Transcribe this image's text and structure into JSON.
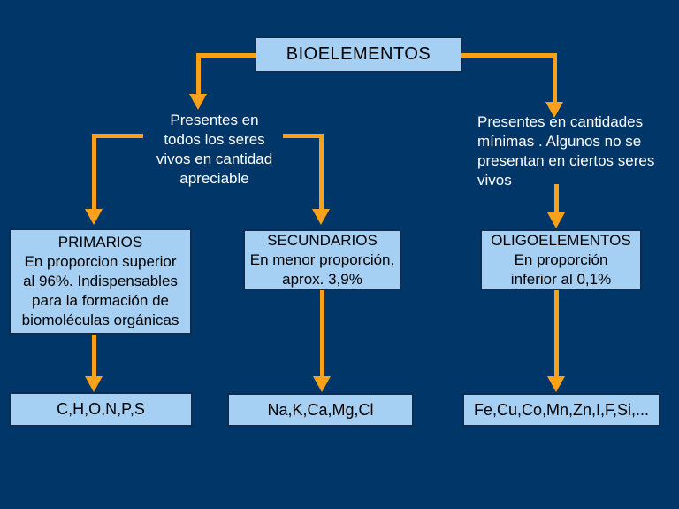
{
  "title": "BIOELEMENTOS",
  "colors": {
    "background": "#003668",
    "box_fill": "#A5D0F3",
    "box_border": "#0D2C50",
    "arrow": "#F9A11B",
    "text_dark": "#000000",
    "text_light": "#FFFFFF"
  },
  "notes": {
    "left": "Presentes en\ntodos los seres\nvivos en cantidad\napreciable",
    "right": "Presentes en cantidades\nmínimas . Algunos no se\npresentan en ciertos seres\nvivos"
  },
  "categories": [
    {
      "title": "PRIMARIOS",
      "description": "En proporcion superior\nal 96%. Indispensables\npara la formación de\nbiomoléculas orgánicas",
      "elements": "C,H,O,N,P,S"
    },
    {
      "title": "SECUNDARIOS",
      "description": "En menor proporción,\naprox. 3,9%",
      "elements": "Na,K,Ca,Mg,Cl"
    },
    {
      "title": "OLIGOELEMENTOS",
      "description": "En proporción\ninferior al 0,1%",
      "elements": "Fe,Cu,Co,Mn,Zn,I,F,Si,..."
    }
  ]
}
